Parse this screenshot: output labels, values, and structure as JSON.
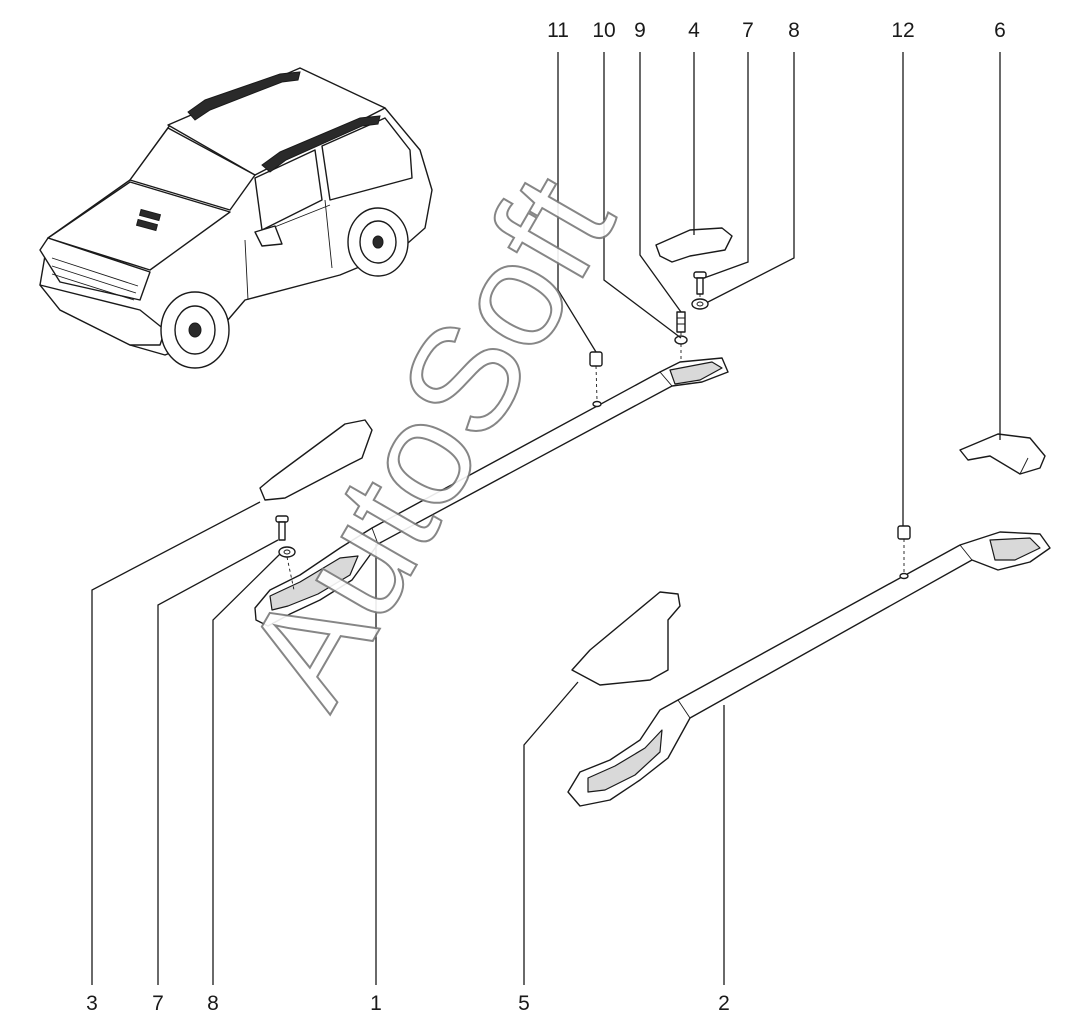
{
  "callouts": {
    "c11": "11",
    "c10": "10",
    "c9": "9",
    "c4": "4",
    "c7_top": "7",
    "c8_top": "8",
    "c12": "12",
    "c6": "6",
    "c3": "3",
    "c7_bottom": "7",
    "c8_bottom": "8",
    "c1": "1",
    "c5": "5",
    "c2": "2"
  },
  "watermark": "AutoSoft",
  "colors": {
    "line": "#1a1a1a",
    "shade": "#d9d9d9",
    "watermark_outline": "#7a7a7a"
  }
}
